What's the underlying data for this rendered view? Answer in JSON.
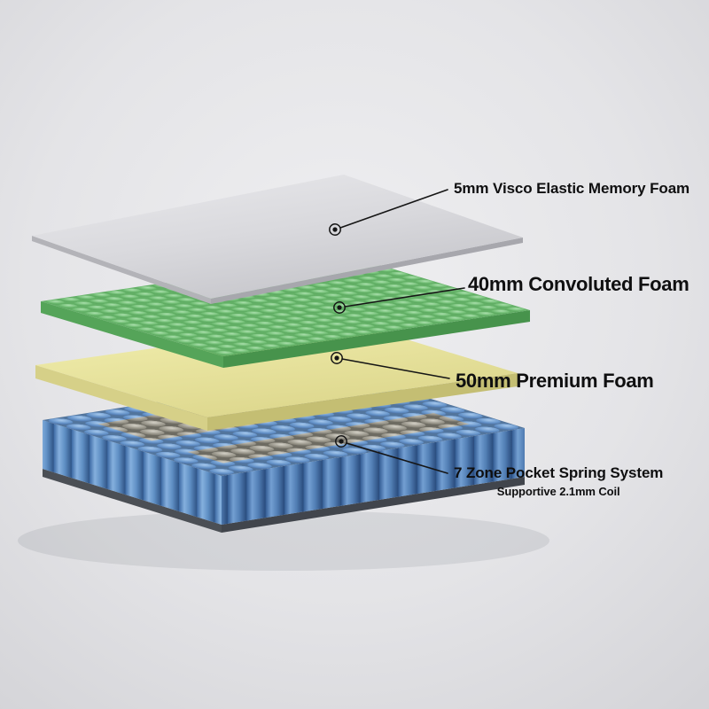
{
  "diagram": {
    "kind": "exploded-mattress-layer-diagram",
    "layers": [
      {
        "id": "memory-foam",
        "label": "5mm Visco Elastic Memory Foam",
        "color": "#d9d9dc"
      },
      {
        "id": "convoluted-foam",
        "label": "40mm Convoluted Foam",
        "color": "#7cc47e"
      },
      {
        "id": "premium-foam",
        "label": "50mm Premium Foam",
        "color": "#e8e49c"
      },
      {
        "id": "pocket-spring-system",
        "label": "7 Zone Pocket Spring System",
        "sublabel": "Supportive 2.1mm Coil",
        "color": "#6497cd",
        "zone_color": "#9a978c"
      }
    ]
  }
}
